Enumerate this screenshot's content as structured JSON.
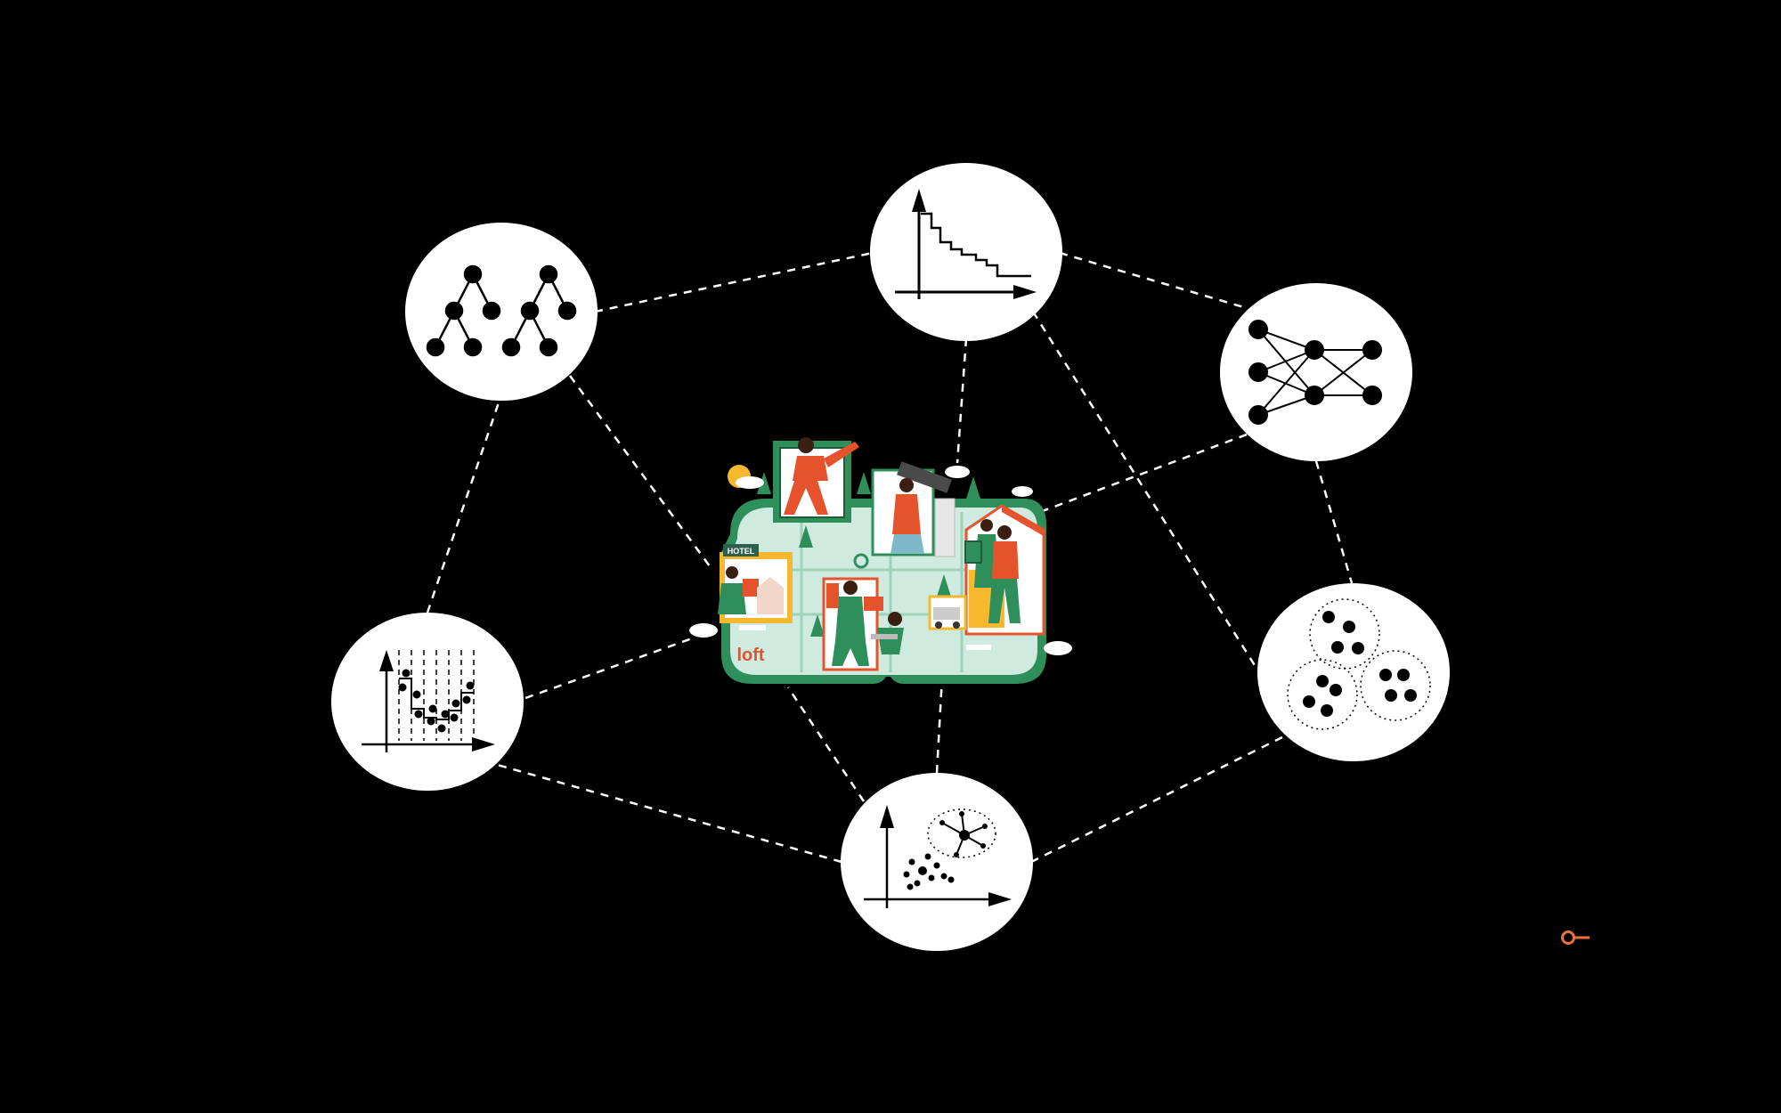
{
  "diagram": {
    "background": "#000000",
    "node_fill": "#ffffff",
    "link_color": "#ffffff",
    "nodes": [
      {
        "id": "decision-trees",
        "icon": "tree-icon"
      },
      {
        "id": "step-function",
        "icon": "step-chart-icon"
      },
      {
        "id": "neural-network",
        "icon": "neural-network-icon"
      },
      {
        "id": "clusters",
        "icon": "clusters-icon"
      },
      {
        "id": "centroid-scatter",
        "icon": "centroid-scatter-icon"
      },
      {
        "id": "binned-regression",
        "icon": "binned-scatter-icon"
      },
      {
        "id": "central-illustration",
        "icon": "city-illustration-icon"
      }
    ],
    "links": [
      [
        "decision-trees",
        "step-function"
      ],
      [
        "step-function",
        "neural-network"
      ],
      [
        "neural-network",
        "clusters"
      ],
      [
        "clusters",
        "centroid-scatter"
      ],
      [
        "centroid-scatter",
        "binned-regression"
      ],
      [
        "binned-regression",
        "decision-trees"
      ],
      [
        "decision-trees",
        "central-illustration"
      ],
      [
        "step-function",
        "central-illustration"
      ],
      [
        "neural-network",
        "central-illustration"
      ],
      [
        "centroid-scatter",
        "central-illustration"
      ],
      [
        "binned-regression",
        "central-illustration"
      ],
      [
        "step-function",
        "clusters"
      ]
    ]
  },
  "illustration": {
    "hotel_sign": "HOTEL",
    "brand": "loft",
    "accent_green": "#2f8f5b",
    "accent_orange": "#e5532d",
    "accent_yellow": "#f5b82e"
  },
  "corner_mark": {
    "icon": "key-icon",
    "color": "#e8713c"
  }
}
